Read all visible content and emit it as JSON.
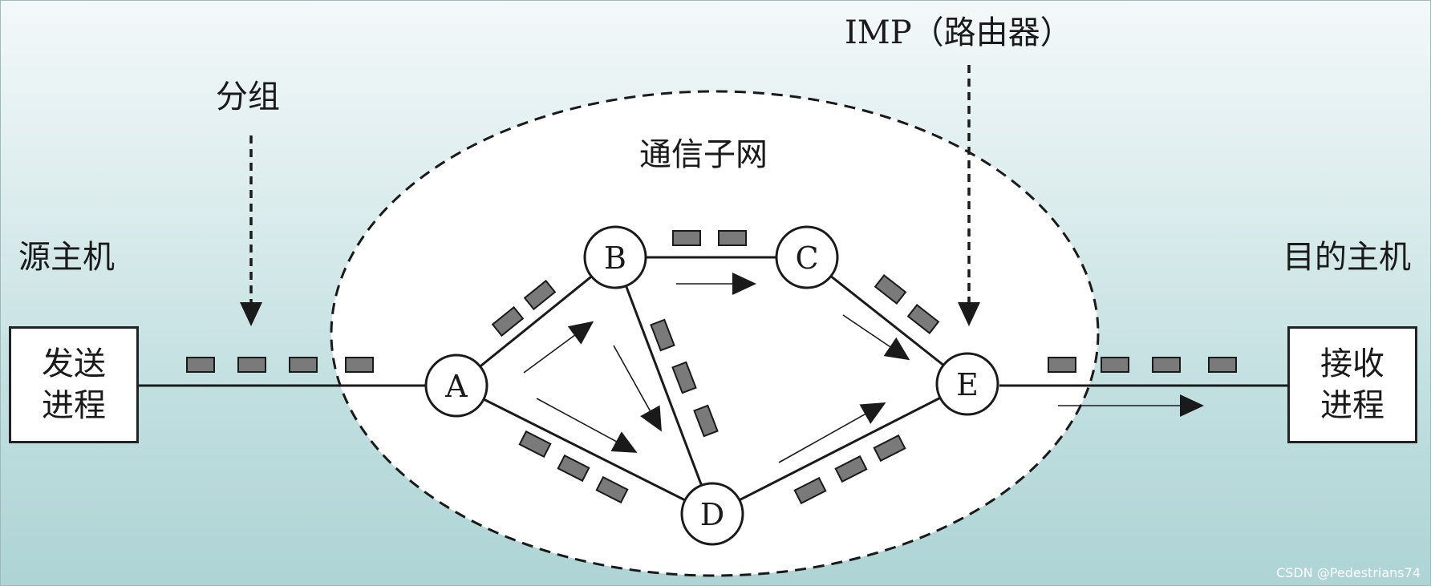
{
  "labels": {
    "packet": "分组",
    "imp": "IMP（路由器）",
    "subnet": "通信子网",
    "source_host": "源主机",
    "dest_host": "目的主机"
  },
  "sender_box": {
    "line1": "发送",
    "line2": "进程"
  },
  "receiver_box": {
    "line1": "接收",
    "line2": "进程"
  },
  "nodes": [
    "A",
    "B",
    "C",
    "D",
    "E"
  ],
  "watermark": "CSDN @Pedestrians74",
  "colors": {
    "packet_fill": "#7a7a7a",
    "line": "#1a1a1a",
    "node_fill": "#ffffff",
    "background_top": "#f3f8f9",
    "background_bottom": "#aed4d5"
  }
}
